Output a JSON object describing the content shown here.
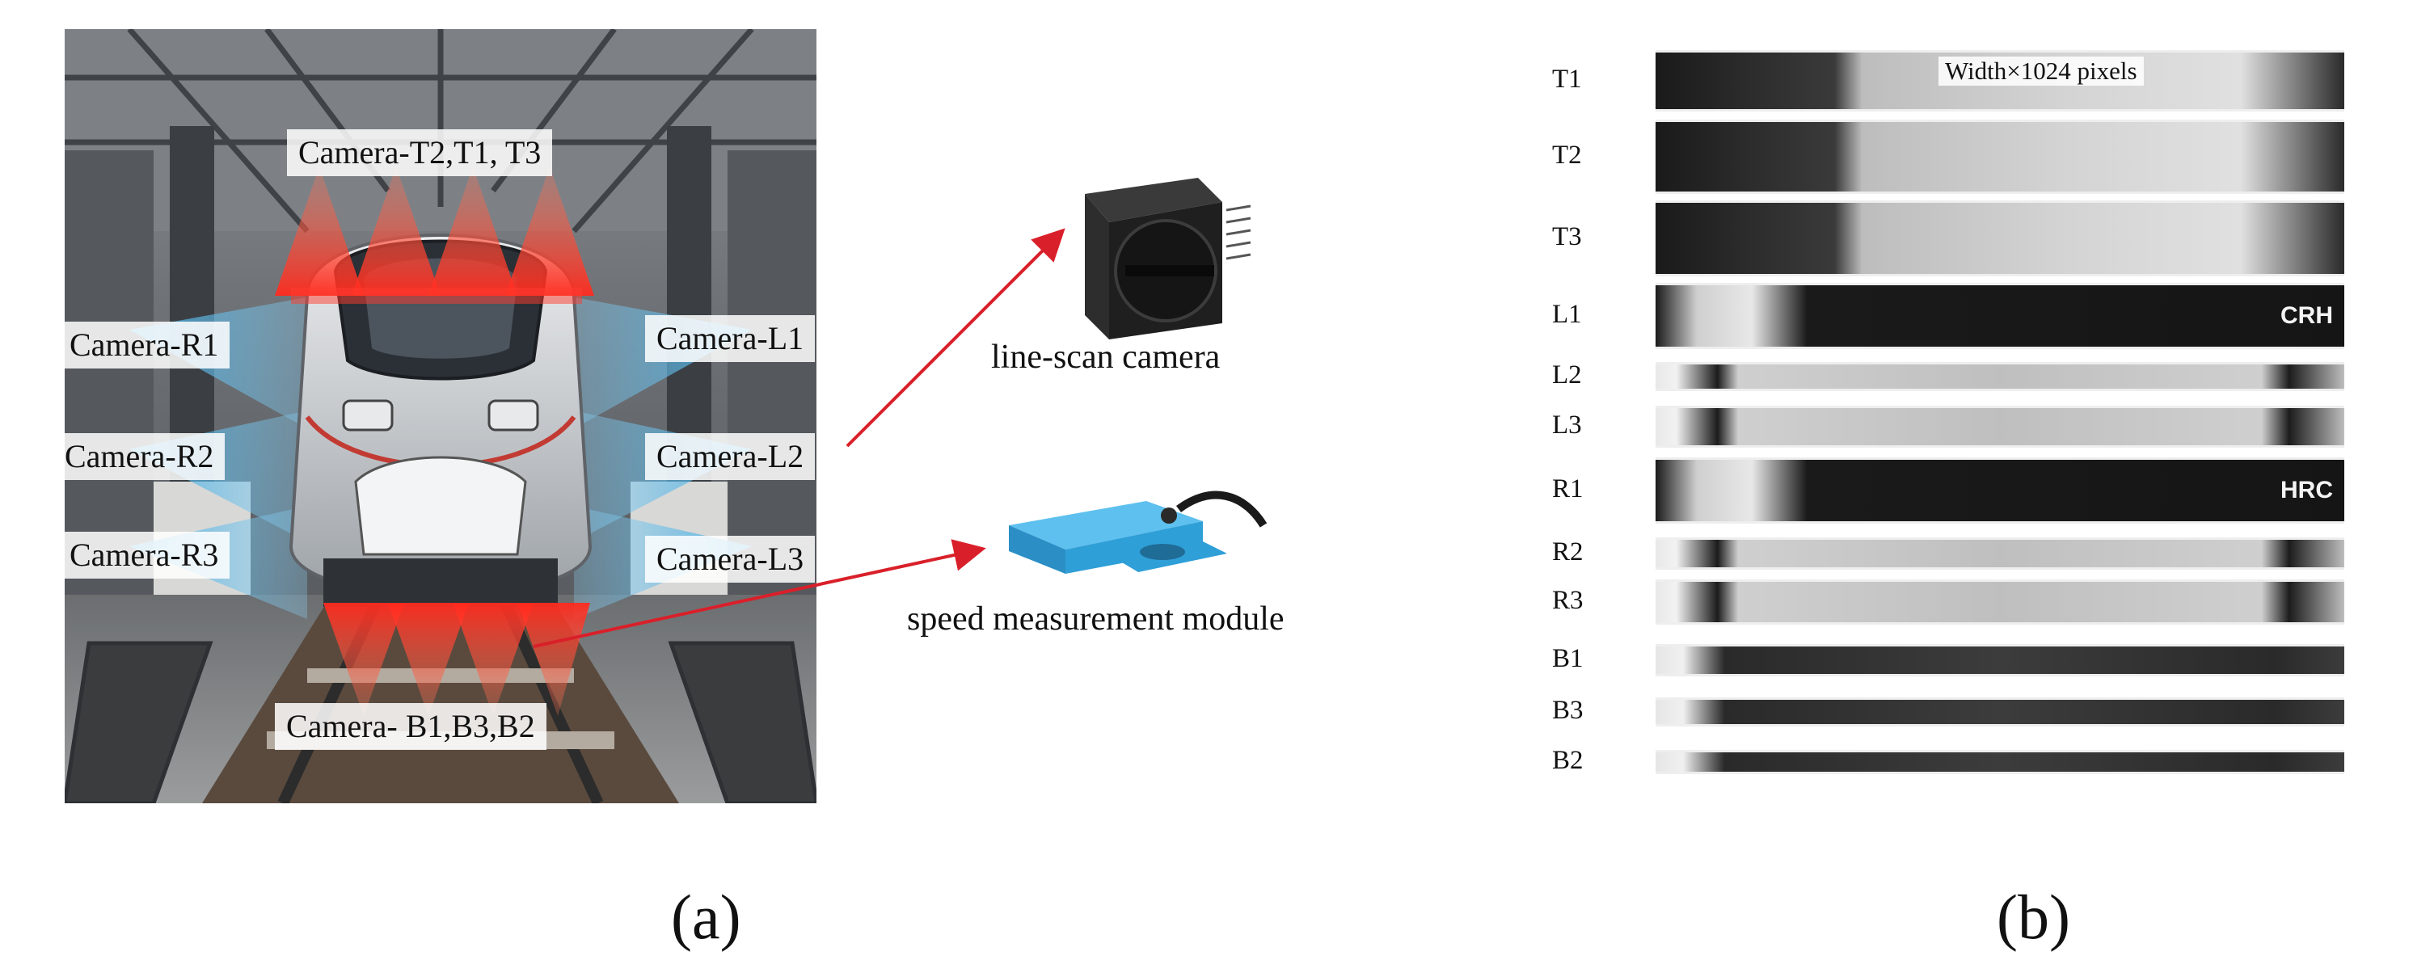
{
  "panel_a": {
    "letter": "(a)",
    "labels": {
      "top": "Camera-T2,T1, T3",
      "r1": "Camera-R1",
      "r2": "Camera-R2",
      "r3": "Camera-R3",
      "l1": "Camera-L1",
      "l2": "Camera-L2",
      "l3": "Camera-L3",
      "bottom": "Camera- B1,B3,B2"
    },
    "devices": {
      "line_scan": "line-scan camera",
      "speed": "speed measurement module"
    }
  },
  "panel_b": {
    "letter": "(b)",
    "resolution_note": "Width×1024 pixels",
    "strips": [
      {
        "label": "T1",
        "marking": ""
      },
      {
        "label": "T2",
        "marking": ""
      },
      {
        "label": "T3",
        "marking": ""
      },
      {
        "label": "L1",
        "marking": "CRH"
      },
      {
        "label": "L2",
        "marking": ""
      },
      {
        "label": "L3",
        "marking": ""
      },
      {
        "label": "R1",
        "marking": "HRC"
      },
      {
        "label": "R2",
        "marking": ""
      },
      {
        "label": "R3",
        "marking": ""
      },
      {
        "label": "B1",
        "marking": ""
      },
      {
        "label": "B3",
        "marking": ""
      },
      {
        "label": "B2",
        "marking": ""
      }
    ]
  },
  "colors": {
    "cone_red": "#ff3b2f",
    "cone_blue": "#3fa9e0",
    "arrow_red": "#d9202a",
    "module_blue": "#2f9fd8"
  }
}
